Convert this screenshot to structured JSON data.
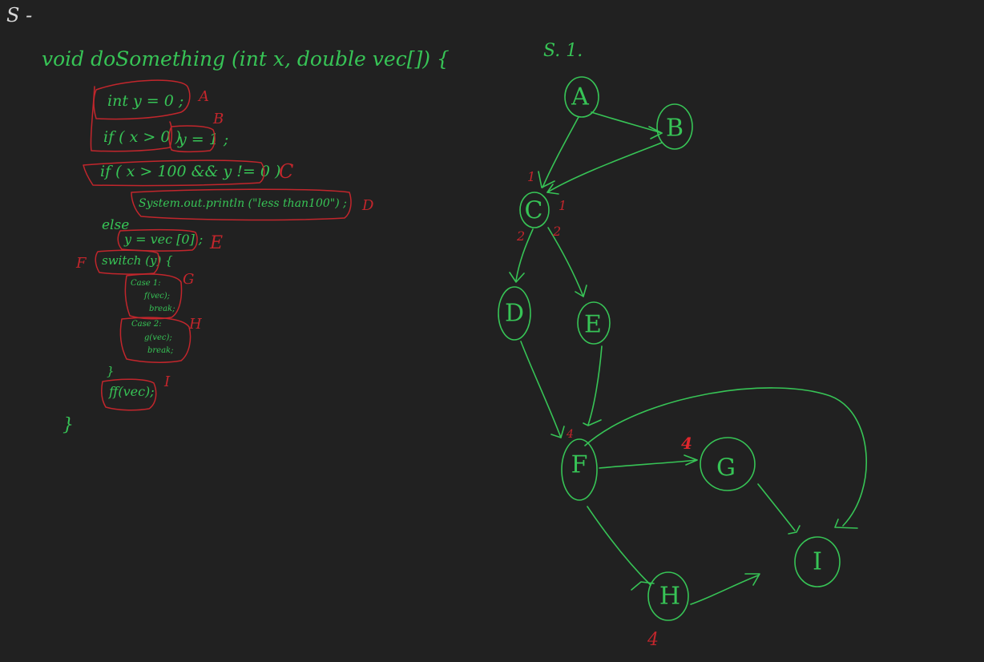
{
  "header": {
    "marks": "S  -"
  },
  "code": {
    "signature": "void   doSomething (int x, double vec[]) {",
    "lines": [
      "int y = 0 ;",
      "if ( x > 0 )",
      "y = 1 ;",
      "if ( x > 100  && y != 0 )",
      "System.out.println (\"less than100\") ;",
      "else",
      "y = vec [0] ;",
      "switch (y) {",
      "Case 1:",
      "f(vec);",
      "break;",
      "Case 2:",
      "g(vec);",
      "break;",
      "}",
      "ff(vec);",
      "}"
    ],
    "block_labels": [
      "A",
      "B",
      "C",
      "D",
      "E",
      "F",
      "G",
      "H",
      "I"
    ]
  },
  "graph": {
    "title": "S. 1.",
    "nodes": [
      "A",
      "B",
      "C",
      "D",
      "E",
      "F",
      "G",
      "H",
      "I"
    ],
    "edges": [
      [
        "A",
        "B"
      ],
      [
        "A",
        "C"
      ],
      [
        "B",
        "C"
      ],
      [
        "C",
        "D"
      ],
      [
        "C",
        "E"
      ],
      [
        "D",
        "F"
      ],
      [
        "E",
        "F"
      ],
      [
        "F",
        "G"
      ],
      [
        "F",
        "H"
      ],
      [
        "F",
        "I"
      ],
      [
        "G",
        "I"
      ],
      [
        "H",
        "I"
      ]
    ],
    "annotations": [
      "1",
      "1",
      "2",
      "2",
      "4",
      "4",
      "4"
    ],
    "colors": {
      "ink": "#37c456",
      "annotation": "#c2262c",
      "background": "#212121"
    }
  }
}
